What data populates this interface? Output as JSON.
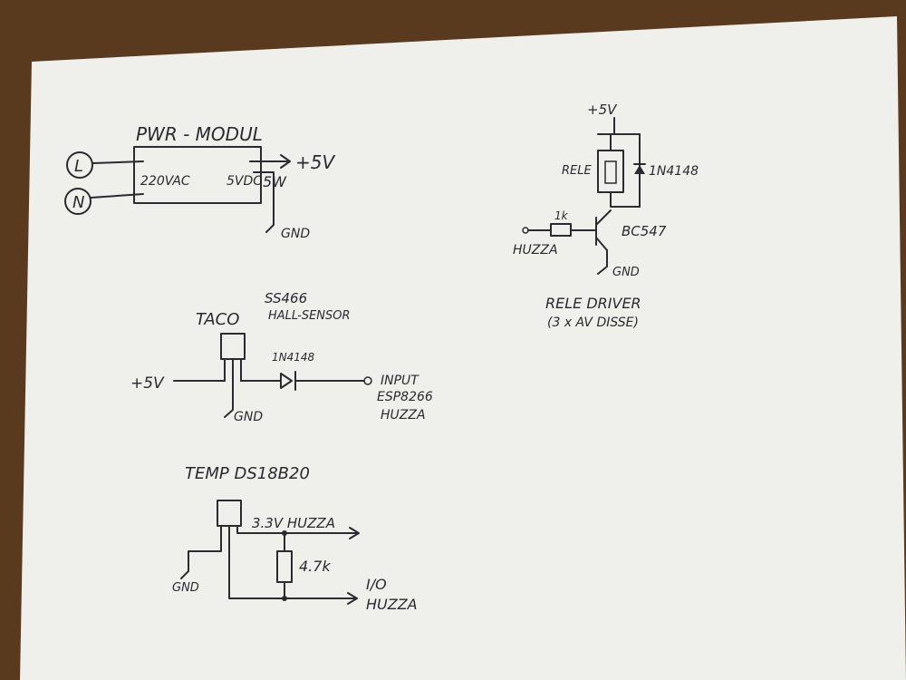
{
  "colors": {
    "ink": "#2a2a30",
    "paper": "#f2f2ef",
    "table": "#5a3a1f"
  },
  "power_module": {
    "title": "PWR - MODUL",
    "input_label": "220VAC",
    "output_label": "5VDC",
    "power_label": "5W",
    "out_voltage": "+5V",
    "terminal_l": "L",
    "terminal_n": "N",
    "gnd": "GND"
  },
  "rele_driver": {
    "vcc": "+5V",
    "relay_label": "RELE",
    "diode_label": "1N4148",
    "resistor_label": "1k",
    "transistor_label": "BC547",
    "input_label": "HUZZA",
    "gnd": "GND",
    "caption_1": "RELE DRIVER",
    "caption_2": "(3 x AV DISSE)"
  },
  "taco": {
    "title": "TACO",
    "sensor_part": "SS466",
    "sensor_type": "HALL-SENSOR",
    "vcc": "+5V",
    "diode_label": "1N4148",
    "gnd": "GND",
    "input_1": "INPUT",
    "input_2": "ESP8266",
    "input_3": "HUZZA"
  },
  "temp": {
    "title": "TEMP  DS18B20",
    "supply": "3.3V HUZZA",
    "resistor": "4.7k",
    "gnd": "GND",
    "io_1": "I/O",
    "io_2": "HUZZA"
  }
}
